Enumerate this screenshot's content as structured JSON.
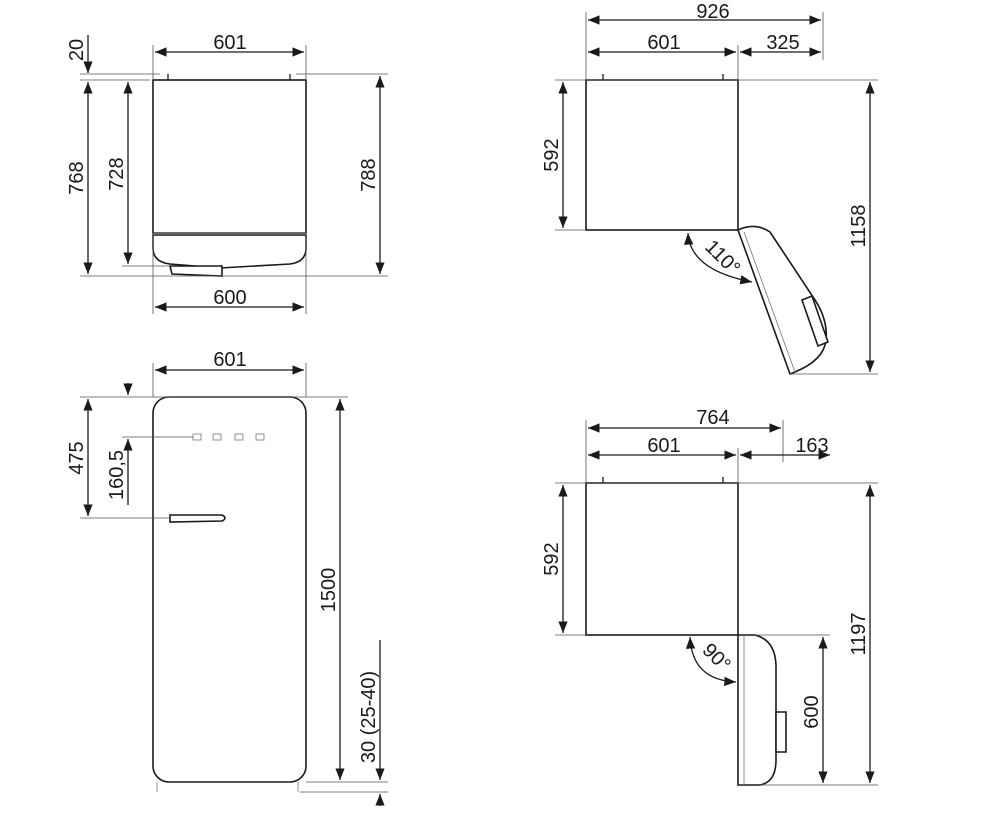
{
  "top_view_closed": {
    "width_top": "601",
    "width_bottom": "600",
    "foot_offset": "20",
    "depth_total": "768",
    "depth_body": "728",
    "depth_with_handle": "788"
  },
  "front_view": {
    "width": "601",
    "handle_height": "475",
    "logo_height": "160,5",
    "height": "1500",
    "feet_height": "30 (25-40)"
  },
  "top_view_110": {
    "total_width": "926",
    "body_width": "601",
    "door_extra": "325",
    "depth": "592",
    "total_depth": "1158",
    "angle": "110°"
  },
  "top_view_90": {
    "total_width": "764",
    "body_width": "601",
    "door_extra": "163",
    "depth": "592",
    "total_depth": "1197",
    "door_depth": "600",
    "angle": "90°"
  },
  "colors": {
    "line": "#1a1a1a"
  }
}
